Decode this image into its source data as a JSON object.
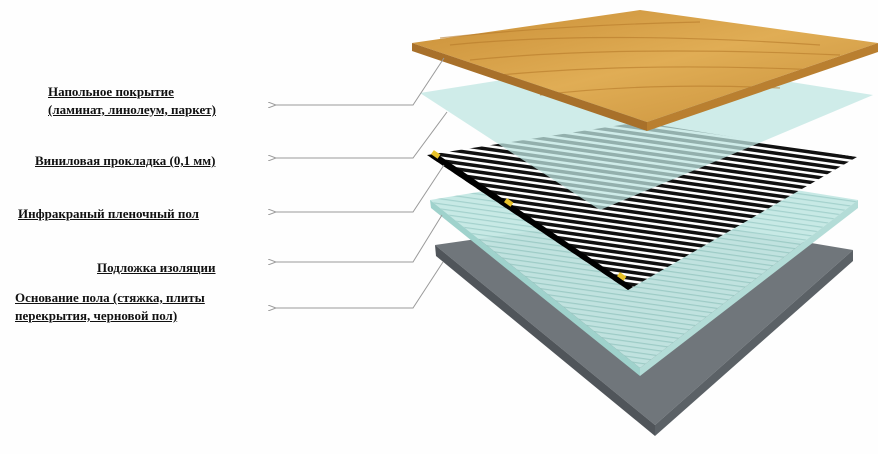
{
  "labels": {
    "floor_covering_line1": "Напольное покрытие",
    "floor_covering_line2": "(ламинат, линолеум, паркет)",
    "vinyl": "Виниловая прокладка (0,1 мм)",
    "infrared_film": "Инфракраный пленочный пол",
    "insulation": "Подложка изоляции",
    "base_line1": "Основание пола (стяжка, плиты",
    "base_line2": "перекрытия, черновой пол)"
  },
  "colors": {
    "wood": "#d9a548",
    "glass": "#bfe6e2",
    "film": "#111111",
    "concrete": "#6f7479",
    "leader": "#9a9a9a"
  }
}
